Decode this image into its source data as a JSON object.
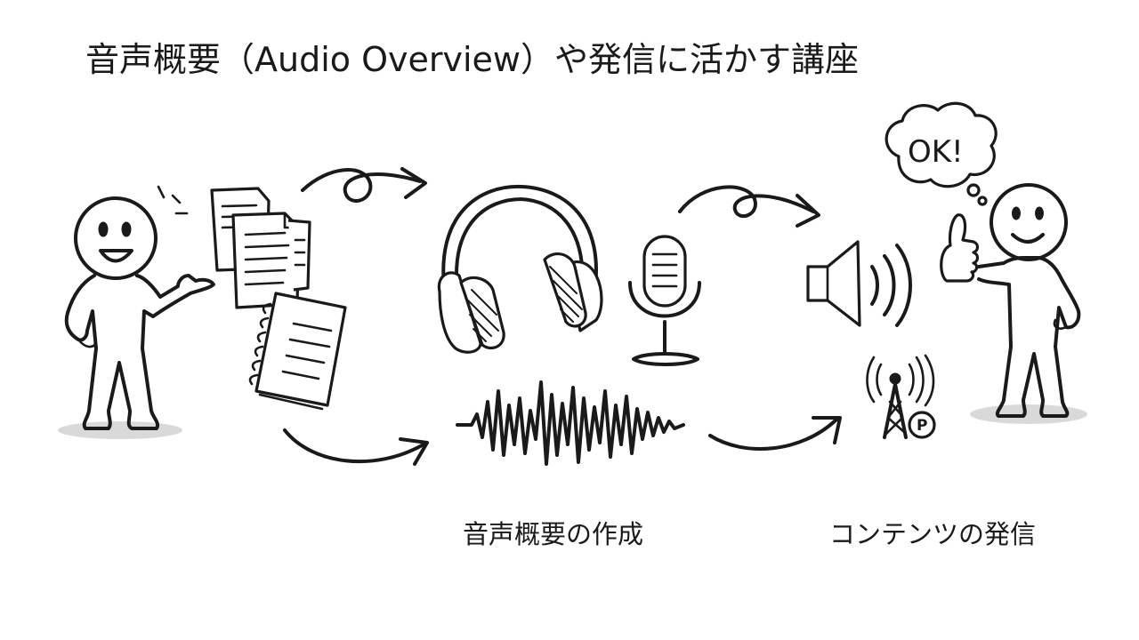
{
  "title": "音声概要（Audio Overview）や発信に活かす講座",
  "labels": {
    "create": "音声概要の作成",
    "publish": "コンテンツの発信"
  },
  "bubble": {
    "text": "OK!"
  },
  "podcast_badge": {
    "text": "P"
  },
  "icons": [
    "presenter-figure",
    "documents-icon",
    "notebook-icon",
    "headphones-icon",
    "microphone-icon",
    "sound-wave-icon",
    "speaker-icon",
    "broadcast-tower-icon",
    "thumbs-up-figure",
    "thought-bubble"
  ],
  "colors": {
    "ink": "#1a1a1a",
    "background": "#ffffff",
    "shadow": "#d9d9d9"
  }
}
